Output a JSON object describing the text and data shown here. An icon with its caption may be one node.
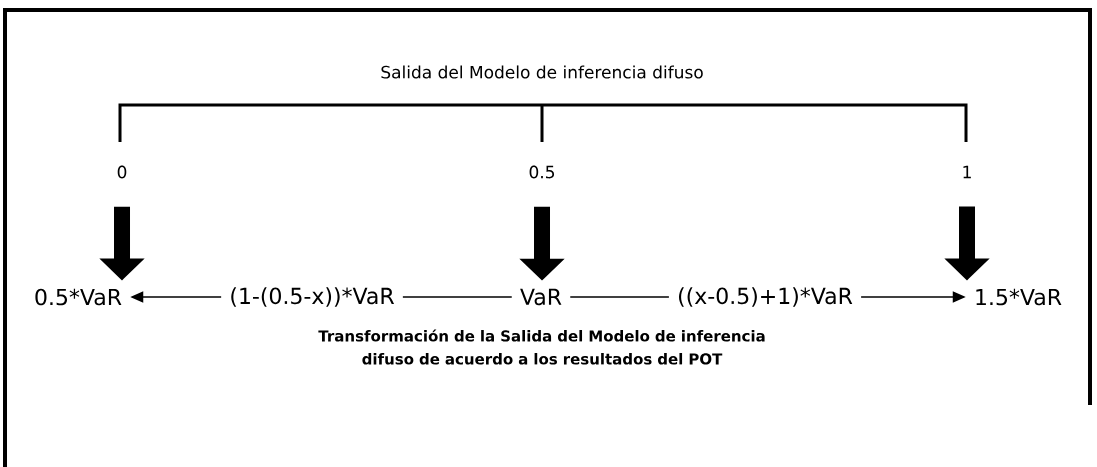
{
  "diagram": {
    "title": "Salida del Modelo de inferencia difuso",
    "caption": "Transformación de la Salida del Modelo de inferencia difuso de acuerdo a los resultados del POT",
    "nodes": [
      {
        "text": [
          "0"
        ]
      },
      {
        "text": [
          "0.5"
        ]
      },
      {
        "text": [
          "1"
        ]
      },
      {
        "text": [
          "0.5*VaR"
        ]
      },
      {
        "text": [
          "(1-(0.5-x))*VaR"
        ]
      },
      {
        "text": [
          "VaR"
        ]
      },
      {
        "text": [
          "((x-0.5)+1)*VaR"
        ]
      },
      {
        "text": [
          "1.5*VaR"
        ]
      }
    ],
    "edges": [
      {
        "from": 0,
        "to": 3,
        "arrow": "to",
        "style": "thick"
      },
      {
        "from": 1,
        "to": 5,
        "arrow": "to",
        "style": "thick"
      },
      {
        "from": 2,
        "to": 7,
        "arrow": "to",
        "style": "thick"
      },
      {
        "from": 4,
        "to": 3,
        "arrow": "to"
      },
      {
        "from": 4,
        "to": 5,
        "arrow": "none"
      },
      {
        "from": 5,
        "to": 6,
        "arrow": "none"
      },
      {
        "from": 6,
        "to": 7,
        "arrow": "to"
      }
    ]
  }
}
